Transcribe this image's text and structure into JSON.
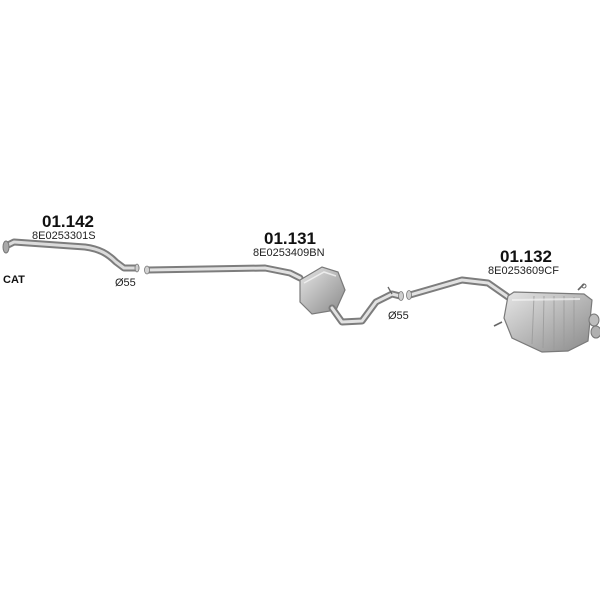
{
  "parts": [
    {
      "code": "01.142",
      "oem": "8E0253301S"
    },
    {
      "code": "01.131",
      "oem": "8E0253409BN"
    },
    {
      "code": "01.132",
      "oem": "8E0253609CF"
    }
  ],
  "annotations": {
    "cat": "CAT",
    "diameter_1": "Ø55",
    "diameter_2": "Ø55"
  },
  "colors": {
    "metal_light": "#e4e4e4",
    "metal_mid": "#b9b9b9",
    "metal_dark": "#8d8d8d"
  }
}
